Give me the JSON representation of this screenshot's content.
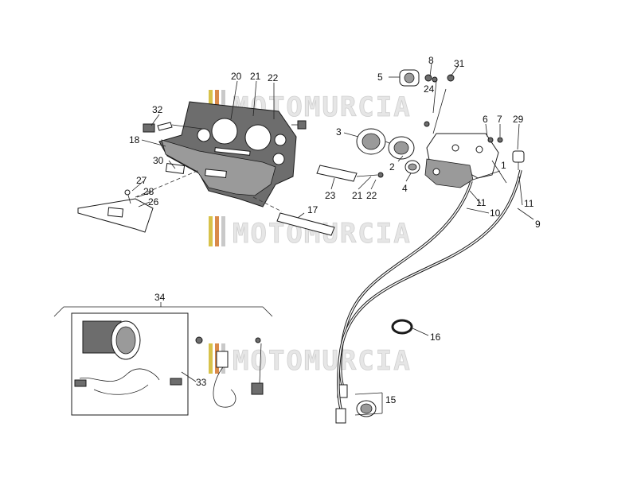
{
  "watermark": {
    "text": "MOTOMURCIA",
    "stripes": [
      "#d8c24a",
      "#d98a4a",
      "#c9c9c9"
    ]
  },
  "callouts": [
    "1",
    "2",
    "3",
    "4",
    "5",
    "6",
    "7",
    "8",
    "9",
    "10",
    "11",
    "11",
    "15",
    "16",
    "17",
    "18",
    "20",
    "21",
    "22",
    "21",
    "22",
    "23",
    "24",
    "26",
    "27",
    "28",
    "29",
    "30",
    "31",
    "32",
    "33",
    "34"
  ]
}
